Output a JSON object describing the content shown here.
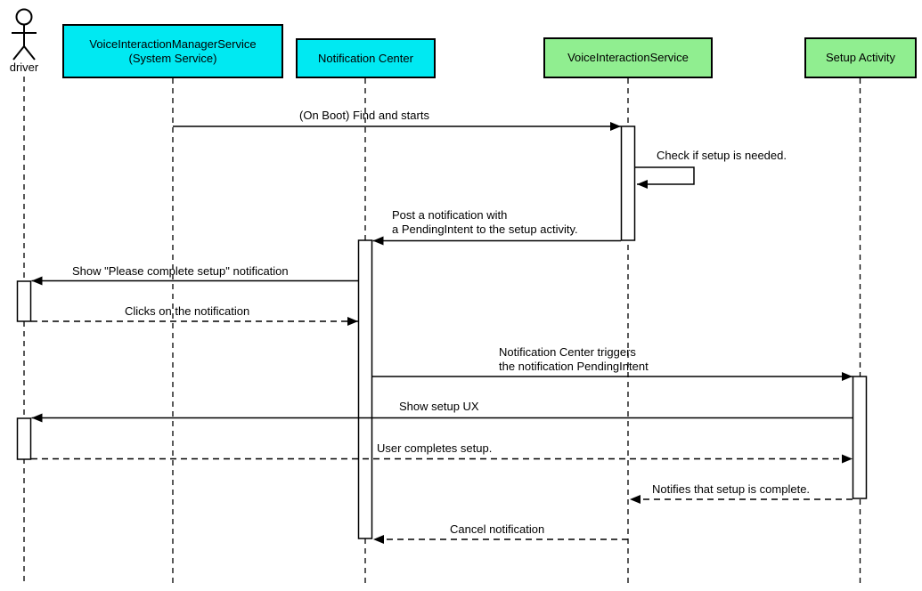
{
  "diagram_type": "uml-sequence-diagram",
  "colors": {
    "system_participant_fill": "#00E9F2",
    "app_participant_fill": "#90EE90",
    "line": "#000000",
    "background": "#FFFFFF"
  },
  "actor": {
    "label": "driver"
  },
  "participants": [
    {
      "label": "VoiceInteractionManagerService\n(System Service)",
      "type": "system-service"
    },
    {
      "label": "Notification Center",
      "type": "system-service"
    },
    {
      "label": "VoiceInteractionService",
      "type": "app-component"
    },
    {
      "label": "Setup Activity",
      "type": "app-component"
    }
  ],
  "messages": [
    {
      "text": "(On Boot) Find and starts",
      "from": "VoiceInteractionManagerService (System Service)",
      "to": "VoiceInteractionService",
      "style": "solid"
    },
    {
      "text": "Check if setup is needed.",
      "from": "VoiceInteractionService",
      "to": "VoiceInteractionService",
      "style": "solid-self"
    },
    {
      "text": "Post a notification with\na PendingIntent to the setup activity.",
      "from": "VoiceInteractionService",
      "to": "Notification Center",
      "style": "solid"
    },
    {
      "text": "Show \"Please complete setup\" notification",
      "from": "Notification Center",
      "to": "driver",
      "style": "solid"
    },
    {
      "text": "Clicks on the notification",
      "from": "driver",
      "to": "Notification Center",
      "style": "dashed"
    },
    {
      "text": "Notification Center triggers\nthe notification PendingIntent",
      "from": "Notification Center",
      "to": "Setup Activity",
      "style": "solid"
    },
    {
      "text": "Show setup UX",
      "from": "Setup Activity",
      "to": "driver",
      "style": "solid"
    },
    {
      "text": "User completes setup.",
      "from": "driver",
      "to": "Setup Activity",
      "style": "dashed"
    },
    {
      "text": "Notifies that setup is complete.",
      "from": "Setup Activity",
      "to": "VoiceInteractionService",
      "style": "dashed"
    },
    {
      "text": "Cancel notification",
      "from": "VoiceInteractionService",
      "to": "Notification Center",
      "style": "dashed"
    }
  ]
}
